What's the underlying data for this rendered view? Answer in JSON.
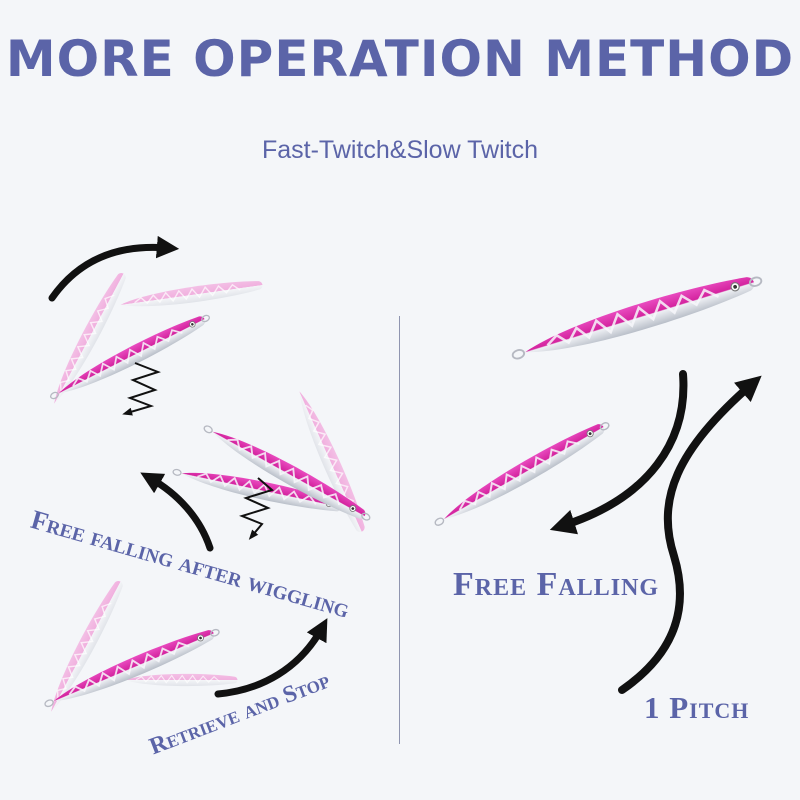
{
  "header": {
    "title": "MORE OPERATION METHOD",
    "subtitle": "Fast-Twitch&Slow Twitch"
  },
  "labels": {
    "wiggling": "Free falling after wiggling",
    "retrieve": "Retrieve and Stop",
    "free_falling": "Free Falling",
    "pitch": "1 Pitch"
  },
  "colors": {
    "text": "#5b64a8",
    "lure_pink": "#e23bb3",
    "lure_silver": "#d9dde4",
    "arrow": "#111111"
  }
}
